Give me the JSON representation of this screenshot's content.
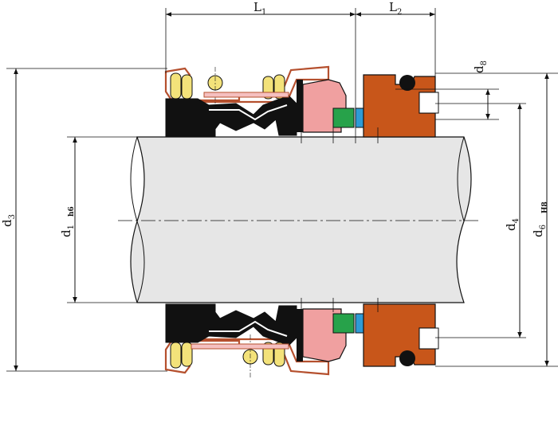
{
  "colors": {
    "shaft": "#e6e6e6",
    "bellows": "#111111",
    "shell_outline": "#b5502e",
    "shell_fill": "#ffffff",
    "spring": "#f3e27a",
    "pin": "#f5a0a0",
    "rotary_face": "#f0a0a0",
    "green_ring": "#27a24a",
    "blue_ring": "#2e9bd6",
    "seat": "#c8561a",
    "oring": "#111111",
    "line": "#111111"
  },
  "dimensions": {
    "L1": {
      "main": "L",
      "sub": "1"
    },
    "L2": {
      "main": "L",
      "sub": "2"
    },
    "d1": {
      "main": "d",
      "sub": "1",
      "tol": "h6"
    },
    "d3": {
      "main": "d",
      "sub": "3"
    },
    "d4": {
      "main": "d",
      "sub": "4"
    },
    "d6": {
      "main": "d",
      "sub": "6",
      "tol": "H8"
    },
    "d8": {
      "main": "d",
      "sub": "8"
    }
  }
}
